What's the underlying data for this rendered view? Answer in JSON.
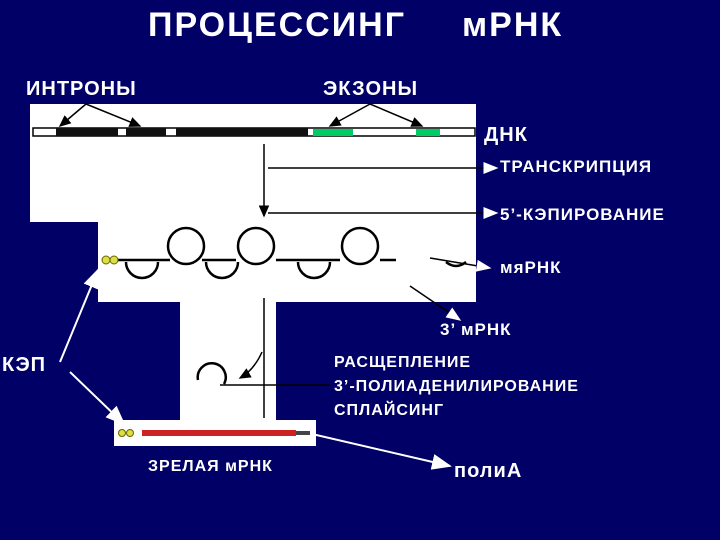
{
  "title_left": "ПРОЦЕССИНГ",
  "title_right": "мРНК",
  "labels": {
    "introns": "ИНТРОНЫ",
    "exons": "ЭКЗОНЫ",
    "dna": "ДНК",
    "transcription": "ТРАНСКРИПЦИЯ",
    "capping": "5’-КЭПИРОВАНИЕ",
    "pre_mrna": "мяРНК",
    "three_prime": "3’ мРНК",
    "cap": "КЭП",
    "cleavage": "РАСЩЕПЛЕНИЕ",
    "polyadenylation": "3’-ПОЛИАДЕНИЛИРОВАНИЕ",
    "splicing": "СПЛАЙСИНГ",
    "mature_mrna": "ЗРЕЛАЯ мРНК",
    "poly_a": "поли",
    "poly_a_suffix": "А"
  },
  "colors": {
    "background": "#000066",
    "panel": "#ffffff",
    "exon": "#00cc66",
    "intron": "#111111",
    "mature_mrna": "#cc2222",
    "cap": "#dddd44"
  }
}
